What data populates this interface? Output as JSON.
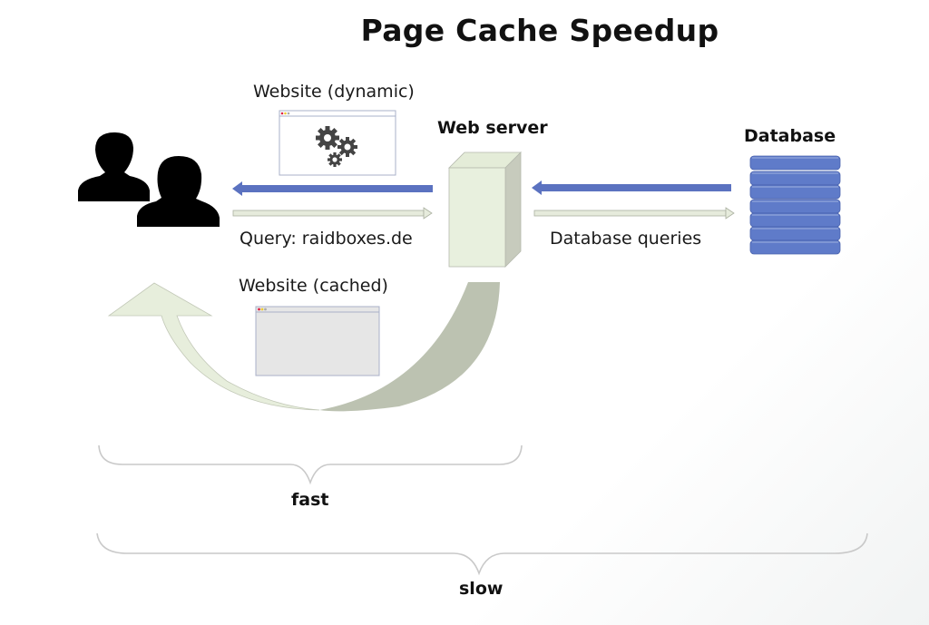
{
  "title": "Page Cache Speedup",
  "nodes": {
    "users": {
      "icon": "users-icon"
    },
    "web_server": {
      "label": "Web server",
      "icon": "server-icon"
    },
    "database": {
      "label": "Database",
      "icon": "database-icon"
    }
  },
  "labels": {
    "website_dynamic": "Website (dynamic)",
    "website_cached": "Website (cached)",
    "query": "Query: raidboxes.de",
    "db_queries": "Database queries"
  },
  "braces": {
    "fast": "fast",
    "slow": "slow"
  },
  "colors": {
    "blue_arrow": "#5b72c0",
    "request_arrow": "#e6ebdc",
    "server_face": "#e8f0de",
    "server_side": "#c7cbbd",
    "curve_light": "#e7eedc",
    "curve_dark": "#bcc2b1",
    "db_disk": "#5f7bc9",
    "brace": "#c9c9c9"
  }
}
